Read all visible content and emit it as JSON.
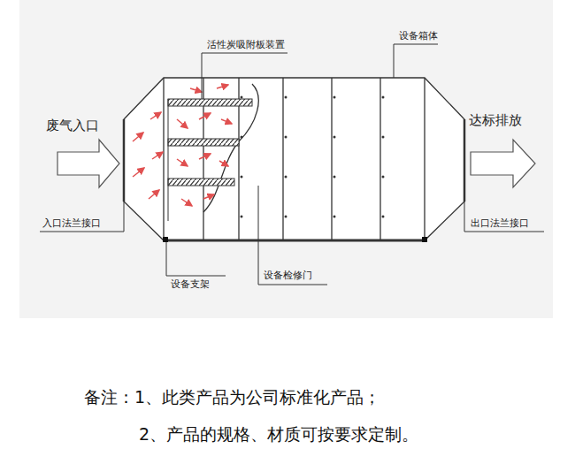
{
  "diagram": {
    "labels": [
      "活性炭吸附板装置",
      "设备箱体",
      "废气入口",
      "达标排放",
      "入口法兰接口",
      "出口法兰接口",
      "设备支架",
      "设备检修门",
      "备注：1、此类产品为公司标准化产品；",
      "2、产品的规格、材质可按要求定制。"
    ]
  }
}
